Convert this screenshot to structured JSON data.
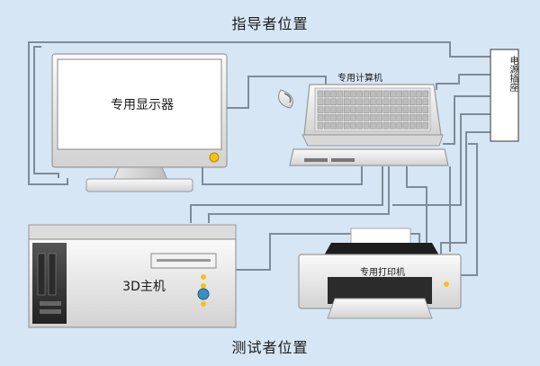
{
  "labels": {
    "top_title": "指导者位置",
    "bottom_title": "测试者位置",
    "monitor": "专用显示器",
    "computer": "专用计算机",
    "power": "电源插座",
    "host": "3D主机",
    "printer": "专用打印机"
  },
  "colors": {
    "background": "#d6e6f5",
    "cable": "#7d8c98",
    "device_body": "#eeeeee",
    "power_led": "#f4c21a",
    "host_button": "#3a8fc0"
  }
}
